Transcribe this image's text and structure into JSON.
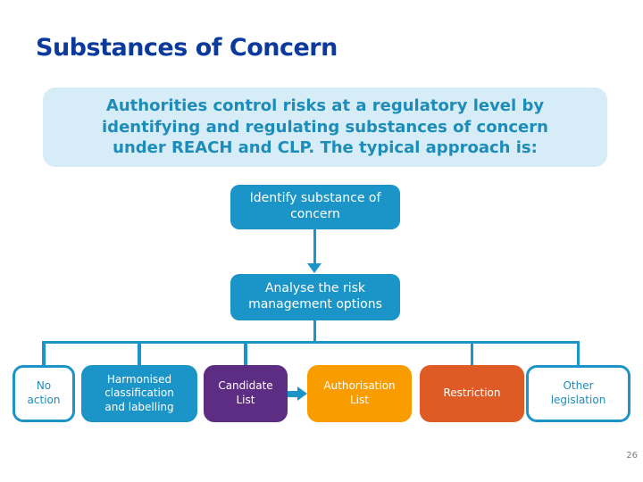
{
  "title": "Substances of Concern",
  "intro": {
    "lines": [
      "Authorities control risks at a regulatory level by",
      "identifying and regulating substances of concern",
      "under REACH and CLP. The typical approach is:"
    ]
  },
  "flow": {
    "step1": "Identify substance of\nconcern",
    "step2": "Analyse the risk\nmanagement options"
  },
  "options": [
    {
      "label": "No\naction",
      "style": "outline"
    },
    {
      "label": "Harmonised\nclassification\nand labelling",
      "style": "blue"
    },
    {
      "label": "Candidate\nList",
      "style": "purple"
    },
    {
      "label": "Authorisation\nList",
      "style": "orange"
    },
    {
      "label": "Restriction",
      "style": "red-orange"
    },
    {
      "label": "Other\nlegislation",
      "style": "outline"
    }
  ],
  "icons": {
    "arrow_down": "arrow-down-icon",
    "arrow_right": "arrow-right-icon"
  },
  "colors": {
    "title_text": "#0B3A9C",
    "intro_bg": "#D6ECF7",
    "intro_text": "#1E8CB9",
    "process_blue": "#1B94C8",
    "purple": "#5C2D82",
    "orange": "#F99C00",
    "red_orange": "#DE5B26",
    "outline_text": "#1E8CB9",
    "connector": "#1B94C8",
    "page_number_gray": "#808080"
  },
  "page": {
    "number": "26"
  }
}
